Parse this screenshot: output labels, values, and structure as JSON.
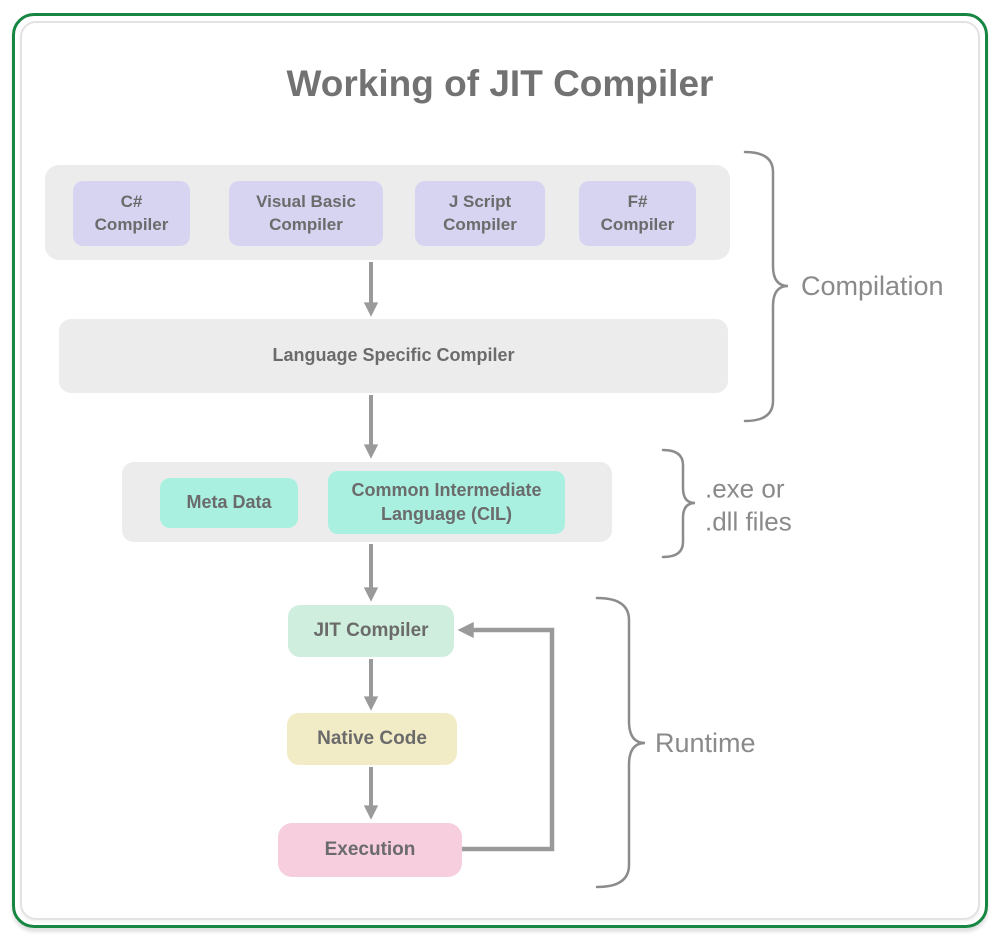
{
  "title": "Working of JIT Compiler",
  "compilers": [
    {
      "name": "csharp-compiler",
      "label": [
        "C#",
        "Compiler"
      ]
    },
    {
      "name": "visual-basic-compiler",
      "label": [
        "Visual Basic",
        "Compiler"
      ]
    },
    {
      "name": "jscript-compiler",
      "label": [
        "J Script",
        "Compiler"
      ]
    },
    {
      "name": "fsharp-compiler",
      "label": [
        "F#",
        "Compiler"
      ]
    }
  ],
  "language_specific_compiler": "Language Specific Compiler",
  "cil_group": {
    "meta_data": "Meta Data",
    "cil": [
      "Common Intermediate",
      "Language (CIL)"
    ]
  },
  "runtime_nodes": {
    "jit": "JIT Compiler",
    "native": "Native Code",
    "execution": "Execution"
  },
  "annotations": {
    "compilation": "Compilation",
    "output_files": [
      ".exe or",
      ".dll files"
    ],
    "runtime": "Runtime"
  },
  "colors": {
    "frame_green": "#168642",
    "group_bg": "#ececec",
    "compiler_box": "#d7d4f2",
    "cil_box": "#a9f0e1",
    "jit_box": "#cfeedd",
    "native_box": "#f2ecc6",
    "execution_box": "#f6cede",
    "arrow_gray": "#9a9a9a",
    "brace_gray": "#8c8c8c",
    "node_text": "#6b6b6b",
    "title_text": "#727272",
    "annotation_text": "#8a8a8a"
  }
}
